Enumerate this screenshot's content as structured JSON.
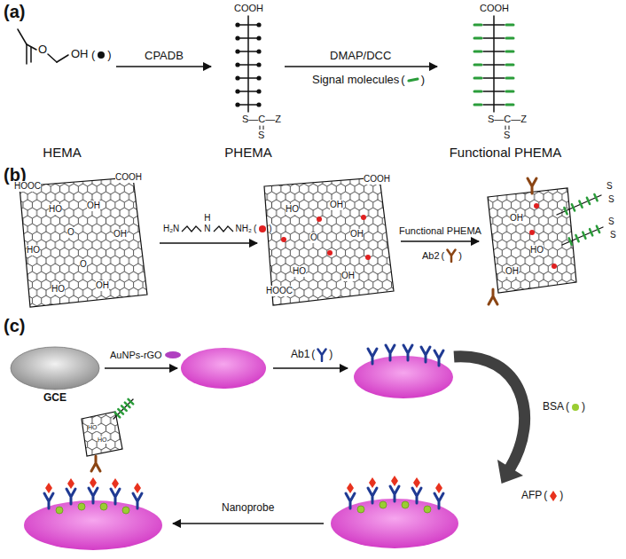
{
  "diagram": {
    "nodes": [
      {
        "text": [
          "HEMA"
        ]
      },
      {
        "text": [
          "PHEMA"
        ]
      },
      {
        "text": [
          "Functional PHEMA"
        ]
      }
    ],
    "edges": [
      {
        "from": 0,
        "to": 1,
        "arrow": "to",
        "label": "CPADB"
      },
      {
        "from": 1,
        "to": 2,
        "arrow": "to",
        "label": "DMAP/DCC"
      }
    ],
    "labels": [
      "(a)",
      "O",
      "OH",
      "(",
      ")",
      "COOH",
      "S—C—Z",
      "S",
      "Signal molecules",
      "(",
      ")",
      "COOH",
      "S—C—Z",
      "S",
      "(b)",
      "HOOC",
      "COOH",
      "HO",
      "OH",
      "O",
      "OH",
      "HO",
      "O",
      "HO",
      "OH",
      "H₂N",
      "H",
      "N",
      "NH₂",
      "(",
      ")",
      "COOH",
      "HO",
      "OH",
      "O",
      "OH",
      "HO",
      "OH",
      "HOOC",
      "Functional PHEMA",
      "Ab2",
      "(",
      ")",
      "OH",
      "HO",
      "OH",
      "S",
      "S",
      "S",
      "S",
      "(c)",
      "GCE",
      "AuNPs-rGO",
      "Ab1",
      "(",
      ")",
      "BSA",
      "(",
      ")",
      "AFP",
      "(",
      ")",
      "Nanoprobe",
      "HO",
      "HO"
    ]
  }
}
